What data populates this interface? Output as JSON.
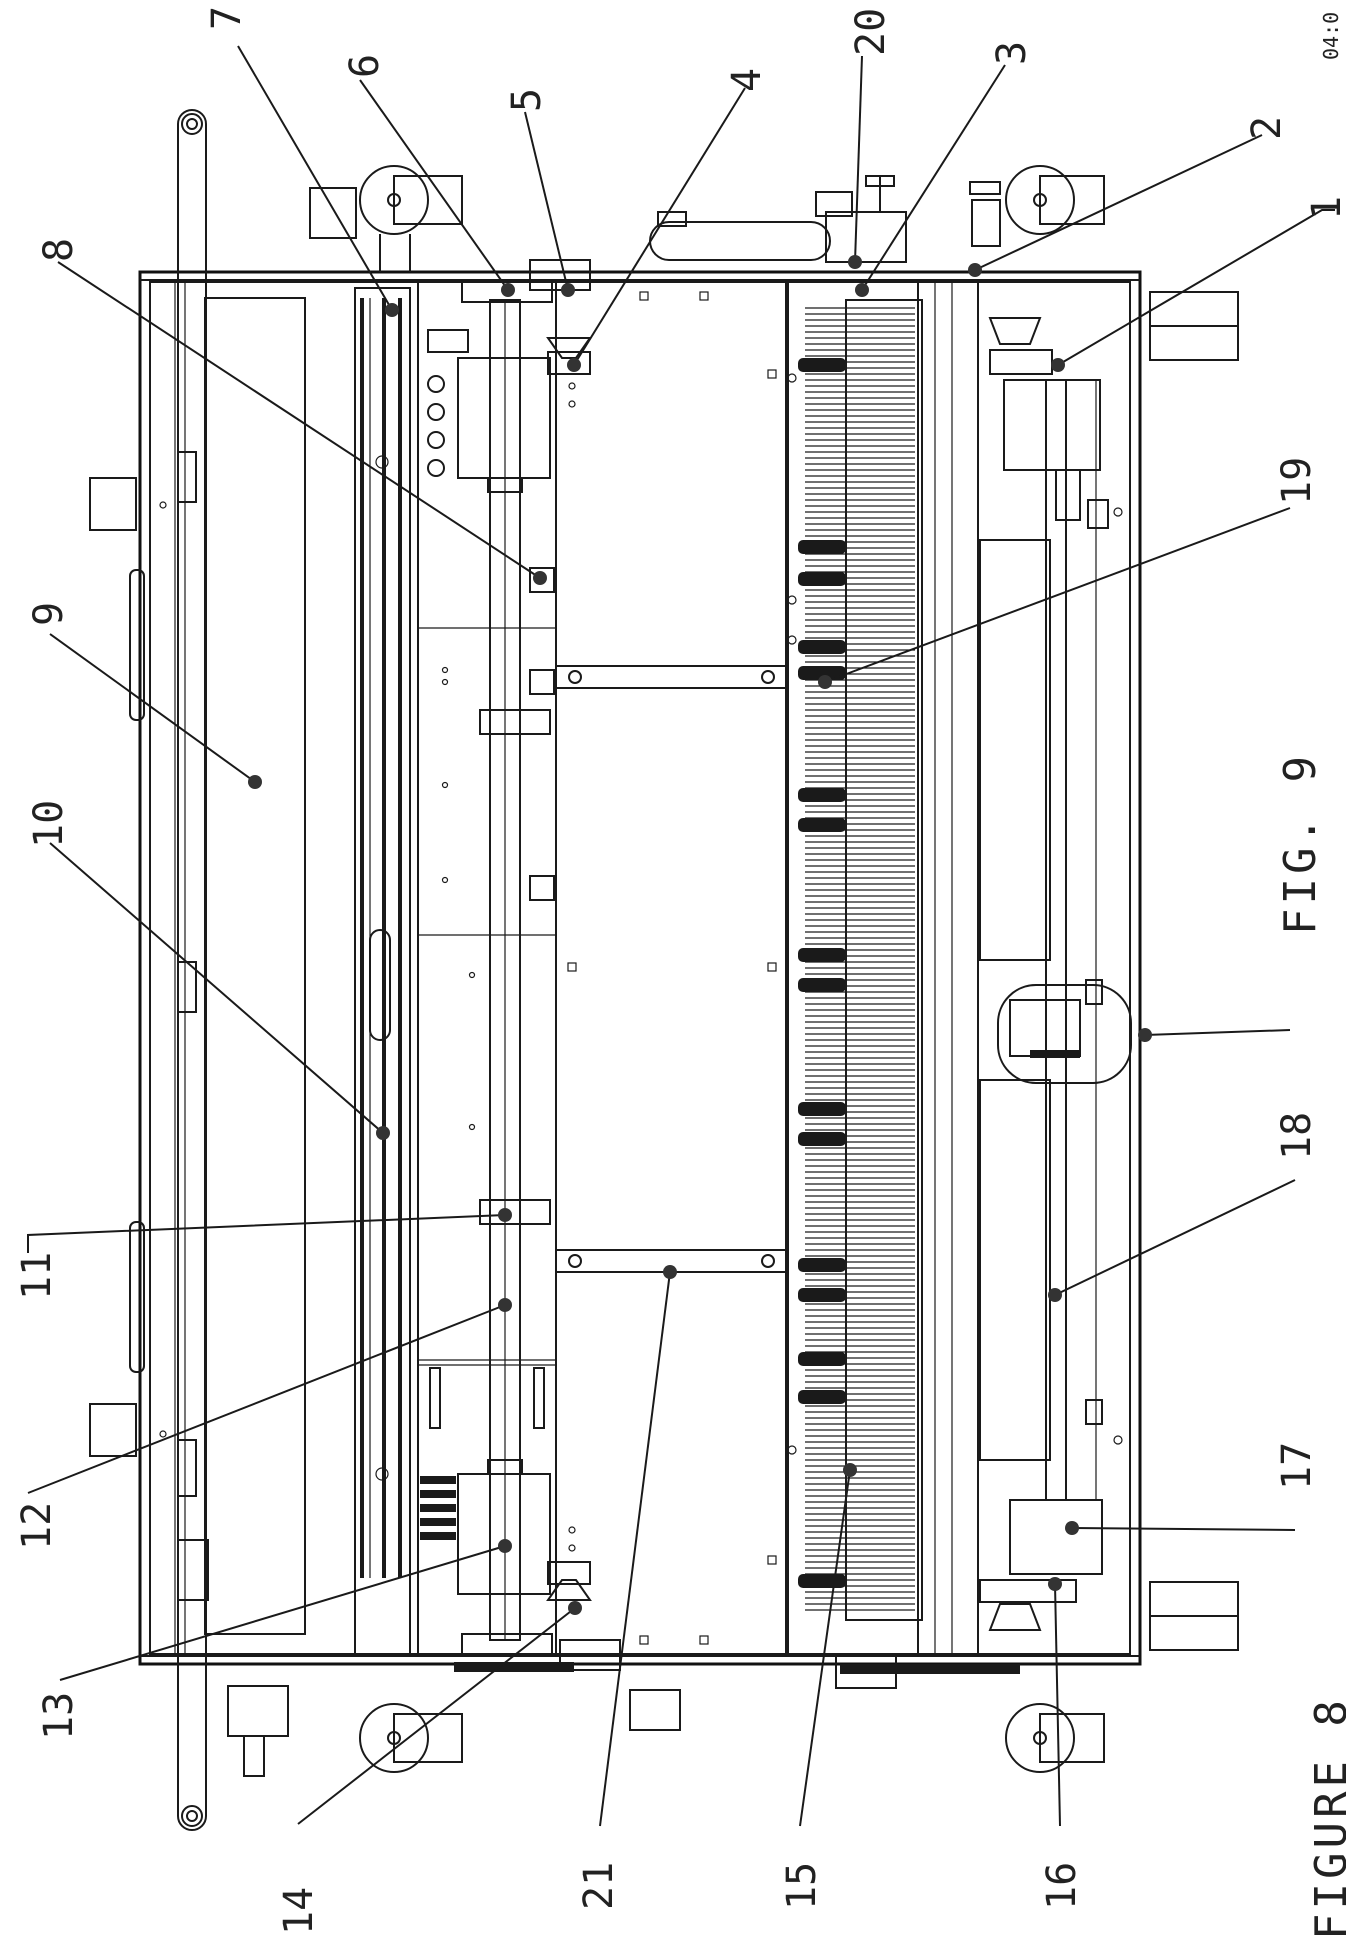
{
  "page": {
    "corner_label": "04:0",
    "bottom_label": "FIGURE 8"
  },
  "figure": {
    "detail_label": "FIG. 9"
  },
  "callouts": [
    {
      "id": "1",
      "text": "1"
    },
    {
      "id": "2",
      "text": "2"
    },
    {
      "id": "3",
      "text": "3"
    },
    {
      "id": "4",
      "text": "4"
    },
    {
      "id": "5",
      "text": "5"
    },
    {
      "id": "6",
      "text": "6"
    },
    {
      "id": "7",
      "text": "7"
    },
    {
      "id": "8",
      "text": "8"
    },
    {
      "id": "9",
      "text": "9"
    },
    {
      "id": "10",
      "text": "10"
    },
    {
      "id": "11",
      "text": "11"
    },
    {
      "id": "12",
      "text": "12"
    },
    {
      "id": "13",
      "text": "13"
    },
    {
      "id": "14",
      "text": "14"
    },
    {
      "id": "15",
      "text": "15"
    },
    {
      "id": "16",
      "text": "16"
    },
    {
      "id": "17",
      "text": "17"
    },
    {
      "id": "18",
      "text": "18"
    },
    {
      "id": "19",
      "text": "19"
    },
    {
      "id": "20",
      "text": "20"
    },
    {
      "id": "21",
      "text": "21"
    }
  ]
}
